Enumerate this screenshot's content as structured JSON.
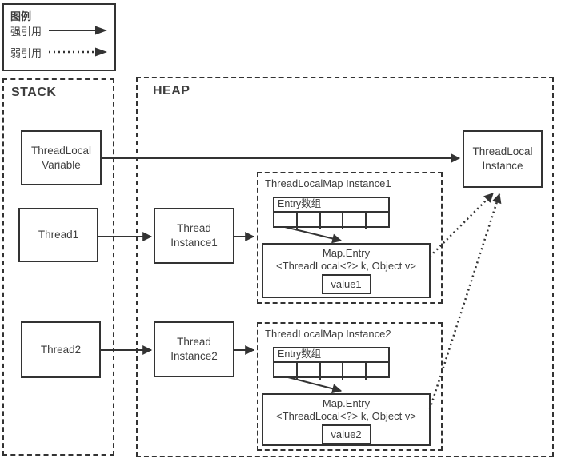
{
  "colors": {
    "line": "#333333",
    "text": "#3d3d3d",
    "background": "#ffffff"
  },
  "legend": {
    "title": "图例",
    "items": [
      {
        "label": "强引用",
        "arrow": "solid"
      },
      {
        "label": "弱引用",
        "arrow": "dotted"
      }
    ]
  },
  "stack": {
    "title": "STACK",
    "threadlocal_variable": {
      "line1": "ThreadLocal",
      "line2": "Variable"
    },
    "thread1": "Thread1",
    "thread2": "Thread2"
  },
  "heap": {
    "title": "HEAP",
    "threadlocal_instance": {
      "line1": "ThreadLocal",
      "line2": "Instance"
    },
    "thread_instance1": {
      "line1": "Thread",
      "line2": "Instance1"
    },
    "thread_instance2": {
      "line1": "Thread",
      "line2": "Instance2"
    },
    "map1": {
      "title": "ThreadLocalMap Instance1",
      "array_label": "Entry数组",
      "array_cells": 5,
      "entry": {
        "title": "Map.Entry",
        "signature": "<ThreadLocal<?> k, Object v>",
        "value": "value1"
      }
    },
    "map2": {
      "title": "ThreadLocalMap Instance2",
      "array_label": "Entry数组",
      "array_cells": 5,
      "entry": {
        "title": "Map.Entry",
        "signature": "<ThreadLocal<?> k, Object v>",
        "value": "value2"
      }
    }
  }
}
